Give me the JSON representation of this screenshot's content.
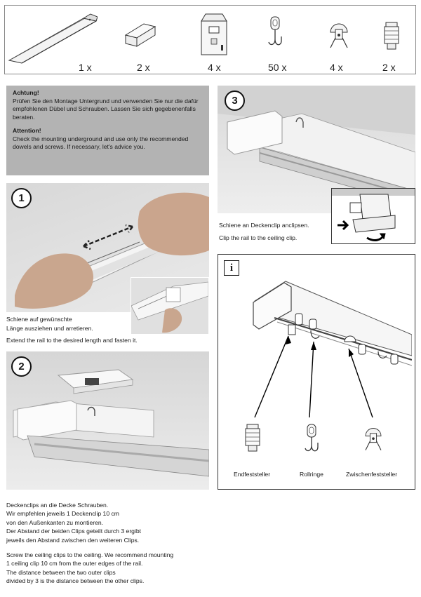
{
  "parts": {
    "quantities": [
      "1 x",
      "2 x",
      "4 x",
      "50 x",
      "4 x",
      "2 x"
    ],
    "icons": [
      "rail-icon",
      "end-cap-icon",
      "ceiling-clip-icon",
      "glider-hook-icon",
      "intermediate-stopper-icon",
      "end-stopper-icon"
    ]
  },
  "warning": {
    "de_title": "Achtung!",
    "de_text": "Prüfen Sie den Montage Untergrund und verwenden Sie nur die dafür empfohlenen Dübel und Schrauben. Lassen Sie sich gegebenenfalls beraten.",
    "en_title": "Attention!",
    "en_text": "Check the mounting underground and use only the recommended dowels and screws. If necessary, let's advice you."
  },
  "step1": {
    "number": "1",
    "de_line1": "Schiene auf gewünschte",
    "de_line2": "Länge ausziehen und arretieren.",
    "en": "Extend the rail to the desired length and fasten it."
  },
  "step2": {
    "number": "2",
    "de_lines": [
      "Deckenclips an die Decke Schrauben.",
      "Wir empfehlen jeweils 1 Deckenclip 10 cm",
      "von den Außenkanten zu montieren.",
      "Der Abstand der beiden Clips geteilt durch 3 ergibt",
      "jeweils den Abstand zwischen den weiteren Clips."
    ],
    "en_lines": [
      "Screw the ceiling clips to the ceiling. We recommend mounting",
      "1 ceiling clip 10 cm from the outer edges of the rail.",
      "The distance between the two outer clips",
      "divided by 3 is the distance between the other clips."
    ]
  },
  "step3": {
    "number": "3",
    "de": "Schiene an Deckenclip anclipsen.",
    "en": "Clip the rail to the ceiling clip."
  },
  "info": {
    "badge": "i",
    "labels": [
      "Endfeststeller",
      "Rollringe",
      "Zwischenfeststeller"
    ]
  }
}
